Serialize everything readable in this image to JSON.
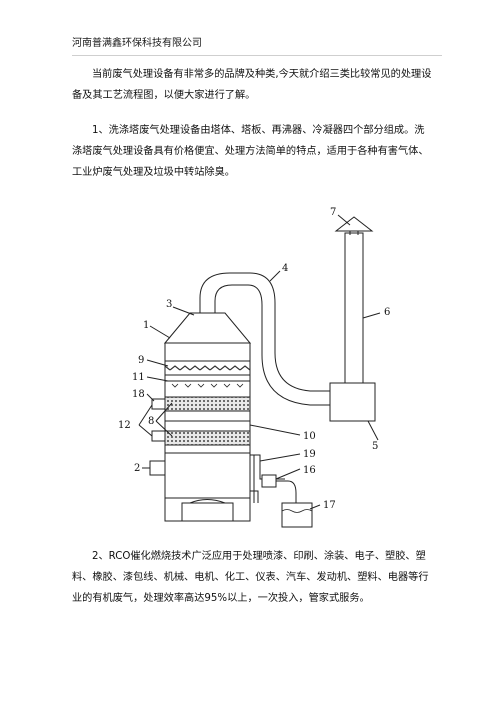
{
  "header": {
    "company": "河南普满鑫环保科技有限公司"
  },
  "paragraphs": {
    "intro": "当前废气处理设备有非常多的品牌及种类,今天就介绍三类比较常见的处理设备及其工艺流程图，以便大家进行了解。",
    "item1": "1、洗涤塔废气处理设备由塔体、塔板、再沸器、冷凝器四个部分组成。洗涤塔废气处理设备具有价格便宜、处理方法简单的特点，适用于各种有害气体、工业炉废气处理及垃圾中转站除臭。",
    "item2": "2、RCO催化燃烧技术广泛应用于处理喷漆、印刷、涂装、电子、塑胶、塑料、橡胶、漆包线、机械、电机、化工、仪表、汽车、发动机、塑料、电器等行业的有机废气，处理效率高达95%以上，一次投入，管家式服务。"
  },
  "figure": {
    "labels": {
      "n1": "1",
      "n2": "2",
      "n3": "3",
      "n4": "4",
      "n5": "5",
      "n6": "6",
      "n7": "7",
      "n8": "8",
      "n9": "9",
      "n10": "10",
      "n11": "11",
      "n12": "12",
      "n16": "16",
      "n17": "17",
      "n18": "18",
      "n19": "19"
    }
  }
}
